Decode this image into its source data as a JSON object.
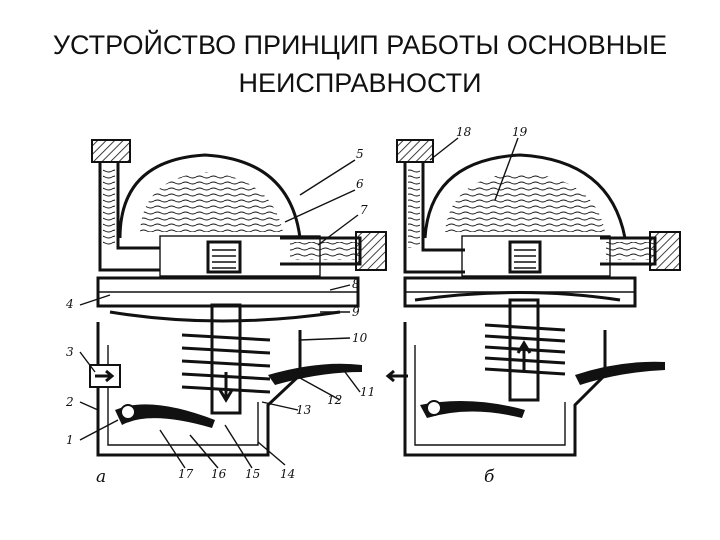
{
  "title": {
    "line1": "УСТРОЙСТВО ПРИНЦИП РАБОТЫ ОСНОВНЫЕ",
    "line2": "НЕИСПРАВНОСТИ"
  },
  "diagram": {
    "captions": {
      "left": "а",
      "right": "б"
    },
    "labels": {
      "n1": "1",
      "n2": "2",
      "n3": "3",
      "n4": "4",
      "n5": "5",
      "n6": "6",
      "n7": "7",
      "n8": "8",
      "n9": "9",
      "n10": "10",
      "n11": "11",
      "n12": "12",
      "n13": "13",
      "n14": "14",
      "n15": "15",
      "n16": "16",
      "n17": "17",
      "n18": "18",
      "n19": "19"
    }
  }
}
